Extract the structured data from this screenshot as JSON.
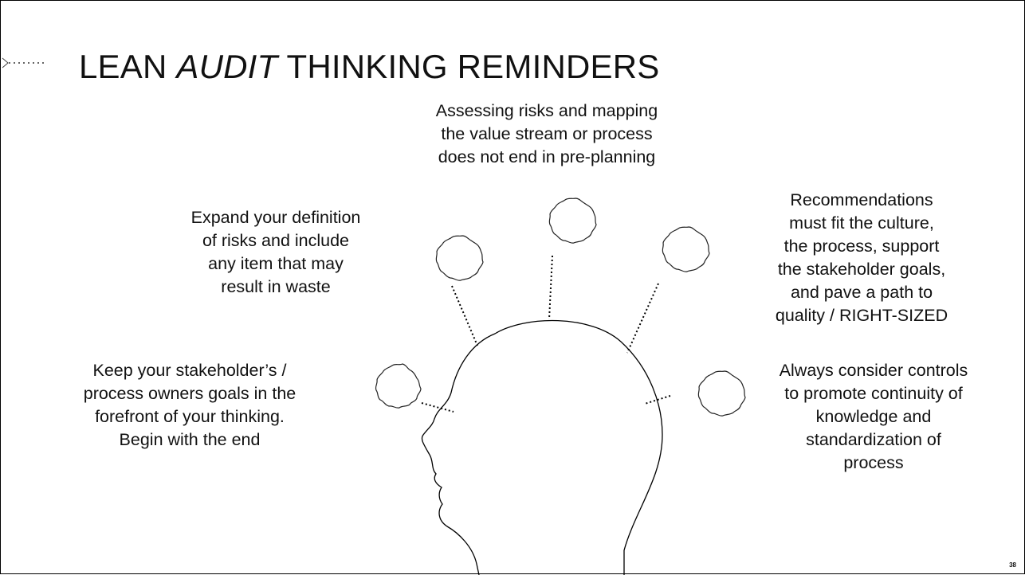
{
  "title": {
    "part1": "LEAN ",
    "emph": "AUDIT",
    "part2": "  THINKING REMINDERS"
  },
  "reminders": [
    "Assessing risks and mapping\nthe value stream or process\ndoes not end in pre-planning",
    "Expand your definition\nof risks and include\nany item that may\nresult in waste",
    "Recommendations\nmust fit the culture,\nthe process, support\nthe stakeholder goals,\nand pave a path to\nquality / RIGHT-SIZED",
    "Keep your stakeholder’s /\nprocess owners goals in the\nforefront of your thinking.\nBegin with the end",
    "Always consider  controls\nto promote continuity of\nknowledge and\nstandardization of\nprocess"
  ],
  "page_number": "38"
}
